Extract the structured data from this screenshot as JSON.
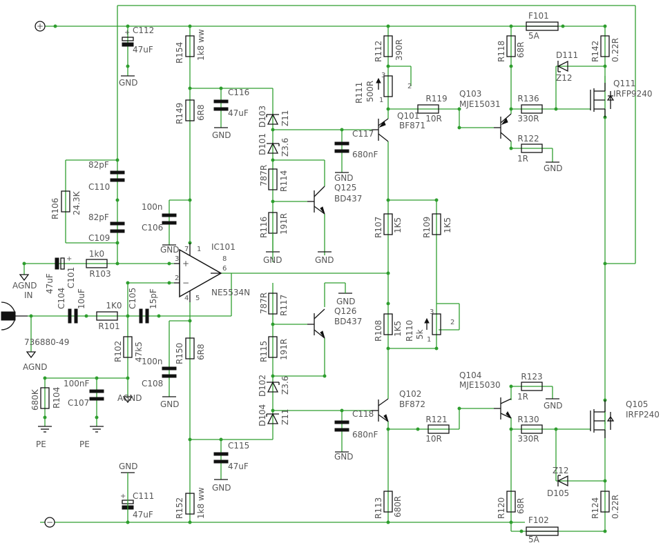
{
  "ic": {
    "name": "IC101",
    "type": "NE5534N",
    "pins": [
      "7",
      "1",
      "3",
      "2",
      "4",
      "8",
      "5",
      "6"
    ]
  },
  "resistors": [
    {
      "id": "r154",
      "name": "R154",
      "value": "1k8 ww"
    },
    {
      "id": "r149",
      "name": "R149",
      "value": "6R8"
    },
    {
      "id": "r106",
      "name": "R106",
      "value": "24.3K"
    },
    {
      "id": "r103",
      "name": "R103",
      "value": "1k0"
    },
    {
      "id": "r101",
      "name": "R101",
      "value": "1K0"
    },
    {
      "id": "r102",
      "name": "R102",
      "value": "47k5"
    },
    {
      "id": "r104",
      "name": "R104",
      "value": "680K"
    },
    {
      "id": "r150",
      "name": "R150",
      "value": "6R8"
    },
    {
      "id": "r152",
      "name": "R152",
      "value": "1k8 ww"
    },
    {
      "id": "r114",
      "name": "R114",
      "value": "787R"
    },
    {
      "id": "r116",
      "name": "R116",
      "value": "191R"
    },
    {
      "id": "r117",
      "name": "R117",
      "value": "787R"
    },
    {
      "id": "r115",
      "name": "R115",
      "value": "191R"
    },
    {
      "id": "r112",
      "name": "R112",
      "value": "390R"
    },
    {
      "id": "r111",
      "name": "R111",
      "value": "500R"
    },
    {
      "id": "r119",
      "name": "R119",
      "value": "10R"
    },
    {
      "id": "r107",
      "name": "R107",
      "value": "1K5"
    },
    {
      "id": "r109",
      "name": "R109",
      "value": "1K5"
    },
    {
      "id": "r108",
      "name": "R108",
      "value": "1K5"
    },
    {
      "id": "r110",
      "name": "R110",
      "value": "5k"
    },
    {
      "id": "r113",
      "name": "R113",
      "value": "680R"
    },
    {
      "id": "r121",
      "name": "R121",
      "value": "10R"
    },
    {
      "id": "r118",
      "name": "R118",
      "value": "68R"
    },
    {
      "id": "r136",
      "name": "R136",
      "value": "330R"
    },
    {
      "id": "r122",
      "name": "R122",
      "value": "1R"
    },
    {
      "id": "r142",
      "name": "R142",
      "value": "0.22R"
    },
    {
      "id": "r123",
      "name": "R123",
      "value": "1R"
    },
    {
      "id": "r130",
      "name": "R130",
      "value": "330R"
    },
    {
      "id": "r120",
      "name": "R120",
      "value": "68R"
    },
    {
      "id": "r124",
      "name": "R124",
      "value": "0.22R"
    }
  ],
  "capacitors": [
    {
      "id": "c112",
      "name": "C112",
      "value": "47uF"
    },
    {
      "id": "c116",
      "name": "C116",
      "value": "47uF"
    },
    {
      "id": "c110",
      "name": "C110",
      "value": "82pF"
    },
    {
      "id": "c109",
      "name": "C109",
      "value": "82pF"
    },
    {
      "id": "c106",
      "name": "C106",
      "value": "100n"
    },
    {
      "id": "c101",
      "name": "C101",
      "value": "47uF"
    },
    {
      "id": "c104",
      "name": "C104",
      "value": "10uF"
    },
    {
      "id": "c105",
      "name": "C105",
      "value": "15pF"
    },
    {
      "id": "c108",
      "name": "C108",
      "value": "100n"
    },
    {
      "id": "c107",
      "name": "C107",
      "value": "100nF"
    },
    {
      "id": "c115",
      "name": "C115",
      "value": "47uF"
    },
    {
      "id": "c111",
      "name": "C111",
      "value": "47uF"
    },
    {
      "id": "c117",
      "name": "C117",
      "value": "680nF"
    },
    {
      "id": "c118",
      "name": "C118",
      "value": "680nF"
    }
  ],
  "diodes": [
    {
      "id": "d103",
      "name": "D103",
      "value": "Z11"
    },
    {
      "id": "d101",
      "name": "D101",
      "value": "Z3.6"
    },
    {
      "id": "d102",
      "name": "D102",
      "value": "Z3.6"
    },
    {
      "id": "d104",
      "name": "D104",
      "value": "Z11"
    },
    {
      "id": "d111",
      "name": "D111",
      "value": "Z12"
    },
    {
      "id": "d105",
      "name": "D105",
      "value": "Z12"
    }
  ],
  "transistors": [
    {
      "id": "q101",
      "name": "Q101",
      "value": "BF871"
    },
    {
      "id": "q102",
      "name": "Q102",
      "value": "BF872"
    },
    {
      "id": "q125",
      "name": "Q125",
      "value": "BD437"
    },
    {
      "id": "q126",
      "name": "Q126",
      "value": "BD437"
    },
    {
      "id": "q103",
      "name": "Q103",
      "value": "MJE15031"
    },
    {
      "id": "q104",
      "name": "Q104",
      "value": "MJE15030"
    },
    {
      "id": "q111",
      "name": "Q111",
      "value": "IRFP9240"
    },
    {
      "id": "q105",
      "name": "Q105",
      "value": "IRFP240"
    }
  ],
  "fuses": [
    {
      "id": "f101",
      "name": "F101",
      "value": "5A"
    },
    {
      "id": "f102",
      "name": "F102",
      "value": "5A"
    }
  ],
  "nets": {
    "gnd": "GND",
    "agnd": "AGND",
    "pe": "PE",
    "input": "IN",
    "connector": "736880-49",
    "plus": "+",
    "minus": "−"
  },
  "pot_pins": {
    "one": "1",
    "two": "2",
    "three": "3"
  }
}
